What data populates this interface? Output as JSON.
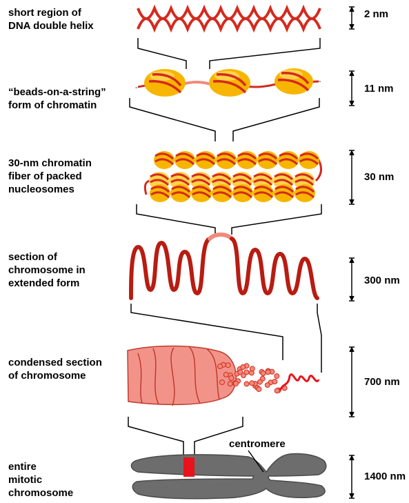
{
  "levels": [
    {
      "label": "short region of\nDNA double helix",
      "size": "2 nm"
    },
    {
      "label": "“beads-on-a-string”\nform of chromatin",
      "size": "11 nm"
    },
    {
      "label": "30-nm chromatin\nfiber of packed\nnucleosomes",
      "size": "30 nm"
    },
    {
      "label": "section of\nchromosome in\nextended form",
      "size": "300 nm"
    },
    {
      "label": "condensed section\nof chromosome",
      "size": "700 nm"
    },
    {
      "label": "entire\nmitotic\nchromosome",
      "size": "1400 nm"
    }
  ],
  "annotations": {
    "centromere": "centromere"
  },
  "colors": {
    "dna_red": "#d42a1e",
    "dna_light": "#f08a7a",
    "nucleosome_yellow": "#f7b500",
    "nucleosome_light": "#ffd24a",
    "condensed_pink": "#f2938a",
    "chromosome_gray": "#6d6d6d",
    "band_red": "#e8131b"
  }
}
